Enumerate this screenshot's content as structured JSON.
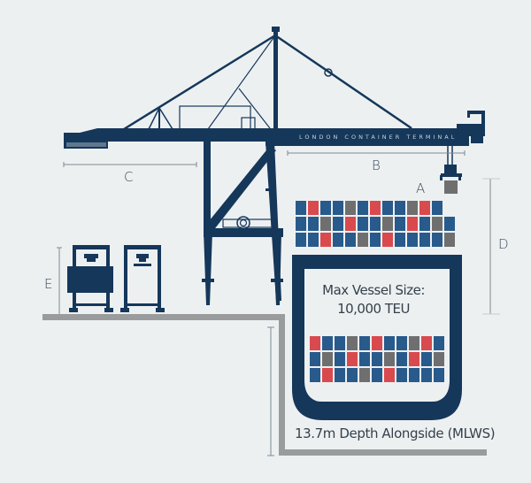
{
  "diagram": {
    "title_on_crane": "LONDON CONTAINER TERMINAL",
    "vessel_label_line1": "Max Vessel Size:",
    "vessel_label_line2": "10,000 TEU",
    "depth_label": "13.7m Depth Alongside (MLWS)",
    "dimensions": {
      "A": "A",
      "B": "B",
      "C": "C",
      "D": "D",
      "E": "E"
    },
    "colors": {
      "background": "#edf0f1",
      "crane_navy": "#15375a",
      "container_blue": "#285a8c",
      "container_red": "#d94a4e",
      "container_grey": "#6f6f70",
      "quay_grey": "#9a9b9c",
      "dimension_line": "#7d8a94"
    },
    "deck_stack_rows": [
      [
        "B",
        "R",
        "B",
        "B",
        "G",
        "B",
        "R",
        "B",
        "B",
        "G",
        "R",
        "B"
      ],
      [
        "B",
        "B",
        "G",
        "B",
        "R",
        "B",
        "B",
        "G",
        "B",
        "R",
        "B",
        "G",
        "B"
      ],
      [
        "B",
        "B",
        "R",
        "B",
        "B",
        "G",
        "B",
        "R",
        "B",
        "B",
        "B",
        "B",
        "G"
      ]
    ],
    "hold_stack_rows": [
      [
        "R",
        "B",
        "B",
        "G",
        "B",
        "R",
        "B",
        "B",
        "G",
        "R",
        "B"
      ],
      [
        "B",
        "G",
        "B",
        "R",
        "B",
        "B",
        "G",
        "B",
        "R",
        "B",
        "G"
      ],
      [
        "B",
        "R",
        "B",
        "B",
        "G",
        "B",
        "R",
        "B",
        "B",
        "B",
        "B"
      ]
    ],
    "yard_cranes": [
      {
        "name": "loaded-rtg"
      },
      {
        "name": "empty-rtg"
      }
    ]
  }
}
